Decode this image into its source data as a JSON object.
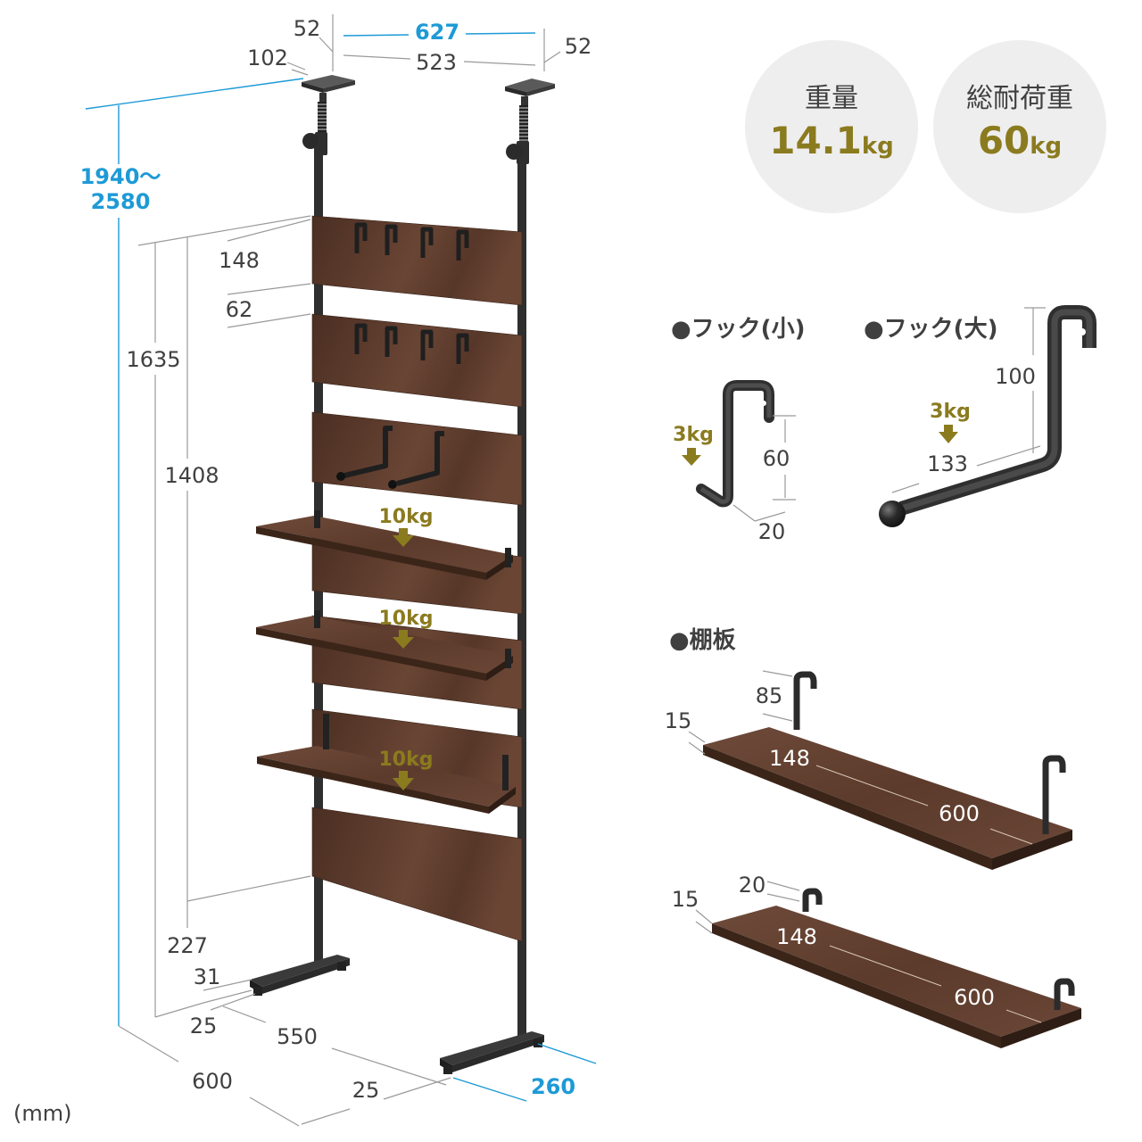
{
  "unit_note": "(mm)",
  "colors": {
    "accent_blue": "#1e9ad6",
    "load_olive": "#8b7b1f",
    "text": "#404040",
    "metal": "#2f2f2f",
    "circle_bg": "#eeeeee",
    "wood": "#5b3a2c"
  },
  "rack": {
    "top": {
      "left_offset": "52",
      "total_width": "627",
      "right_offset": "52",
      "jack_depth": "102",
      "inner_width": "523"
    },
    "height_range": [
      "1940～",
      "2580"
    ],
    "side": {
      "hook_panel": "148",
      "panel_gap": "62",
      "overall_frame": "1635",
      "panel_span": "1408",
      "bottom_clearance": "227",
      "foot_height": "31"
    },
    "base": {
      "left_foot_width": "25",
      "foot_spacing": "550",
      "base_width": "600",
      "right_foot_width": "25",
      "depth": "260"
    },
    "shelf_loads": [
      "10kg",
      "10kg",
      "10kg"
    ]
  },
  "specs": [
    {
      "label": "重量",
      "value": "14.1",
      "unit": "kg"
    },
    {
      "label": "総耐荷重",
      "value": "60",
      "unit": "kg"
    }
  ],
  "small_hook": {
    "title": "●フック(小)",
    "load": "3kg",
    "height": "60",
    "depth": "20"
  },
  "large_hook": {
    "title": "●フック(大)",
    "height": "100",
    "load": "3kg",
    "length": "133"
  },
  "shelves": {
    "title": "●棚板",
    "items": [
      {
        "bracket": "85",
        "thickness": "15",
        "depth": "148",
        "width": "600"
      },
      {
        "bracket": "20",
        "thickness": "15",
        "depth": "148",
        "width": "600"
      }
    ]
  }
}
